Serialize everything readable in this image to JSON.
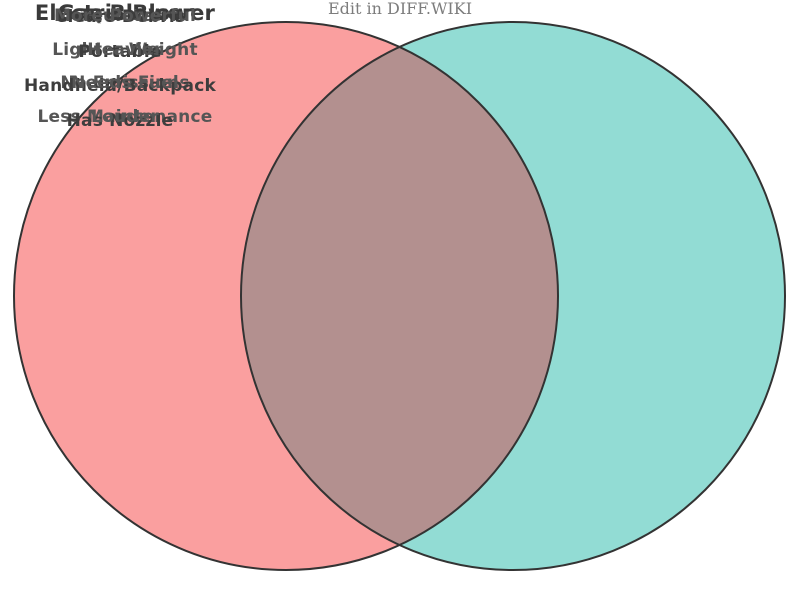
{
  "diagram": {
    "type": "venn",
    "left": {
      "title": "Electric Blower",
      "items": [
        "Quieter",
        "Lighter Weight",
        "No Emissions",
        "Less Maintenance"
      ]
    },
    "right": {
      "title": "Gas Blower",
      "items": [
        "More Powerful",
        "Heavier",
        "Needs Fuel",
        "Louder"
      ]
    },
    "overlap": {
      "items": [
        "Clears Debris",
        "Portable",
        "Handheld/Backpack",
        "Has Nozzle"
      ]
    }
  },
  "colors": {
    "left_fill": "#FA9F9F",
    "right_fill": "#92DCD4",
    "overlap_fill": "#B3908F",
    "outline": "#333333"
  },
  "footer": {
    "caption": "Edit in DIFF.WIKI"
  }
}
